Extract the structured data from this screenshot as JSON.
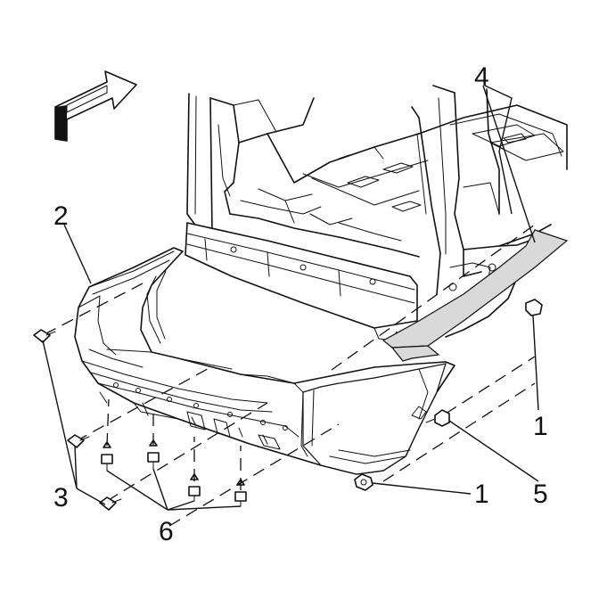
{
  "callouts": [
    {
      "id": "c1a",
      "text": "1"
    },
    {
      "id": "c1b",
      "text": "1"
    },
    {
      "id": "c2",
      "text": "2"
    },
    {
      "id": "c3",
      "text": "3"
    },
    {
      "id": "c4",
      "text": "4"
    },
    {
      "id": "c5",
      "text": "5"
    },
    {
      "id": "c6",
      "text": "6"
    }
  ],
  "colors": {
    "line": "#111111",
    "shade": "#d9d9d9",
    "background": "#ffffff"
  }
}
